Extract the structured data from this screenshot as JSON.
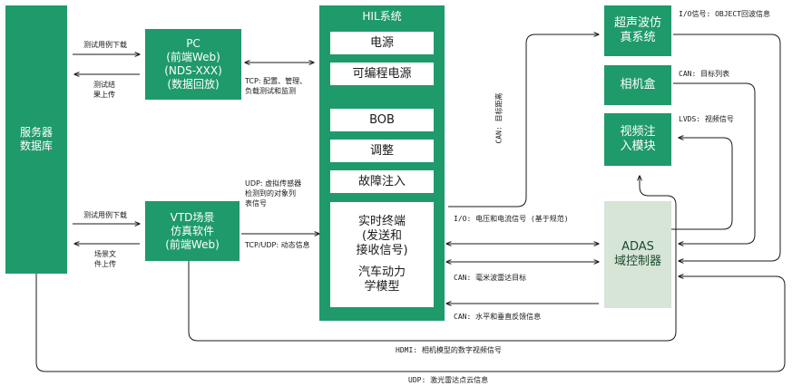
{
  "server": {
    "line1": "服务器",
    "line2": "数据库"
  },
  "pc": {
    "l1": "PC",
    "l2": "(前端Web)",
    "l3": "(NDS-XXX)",
    "l4": "(数据回放)"
  },
  "vtd": {
    "l1": "VTD场景",
    "l2": "仿真软件",
    "l3": "(前端Web)"
  },
  "hil": {
    "title": "HIL系统",
    "modules": [
      "电源",
      "可编程电源",
      "BOB",
      "调整",
      "故障注入"
    ],
    "rt_l1": "实时终端",
    "rt_l2": "(发送和",
    "rt_l3": "接收信号)",
    "rt_l4": "汽车动力",
    "rt_l5": "学模型"
  },
  "ultrasonic": {
    "l1": "超声波仿",
    "l2": "真系统"
  },
  "camera": {
    "l1": "相机盒"
  },
  "video": {
    "l1": "视频注",
    "l2": "入模块"
  },
  "adas": {
    "l1": "ADAS",
    "l2": "域控制器"
  },
  "labels": {
    "pc_download": "测试用例下载",
    "pc_upload_1": "测试结",
    "pc_upload_2": "果上传",
    "vtd_download": "测试用例下载",
    "vtd_upload_1": "场景文",
    "vtd_upload_2": "件上传",
    "tcp_1": "TCP: 配置、管理、",
    "tcp_2": "负载测试和监测",
    "udp_1": "UDP: 虚拟传感器",
    "udp_2": "检测到的对象列",
    "udp_3": "表信号",
    "tcpudp": "TCP/UDP: 动态信息",
    "io_ultra": "I/O信号: OBJECT回波信息",
    "can_list": "CAN: 目标列表",
    "lvds": "LVDS: 视频信号",
    "can_dist": "CAN: 目标距离",
    "io_volt": "I/O: 电压和电流信号 (基于规范)",
    "can_radar": "CAN: 毫米波雷达目标",
    "can_fb": "CAN: 水平和垂直反馈信息",
    "hdmi": "HDMI: 相机模型的数字视频信号",
    "udp_lidar": "UDP: 激光雷达点云信息"
  },
  "colors": {
    "primary": "#1f9a6b",
    "adas_fill": "#d6e5d6",
    "line": "#1a1a1a"
  }
}
